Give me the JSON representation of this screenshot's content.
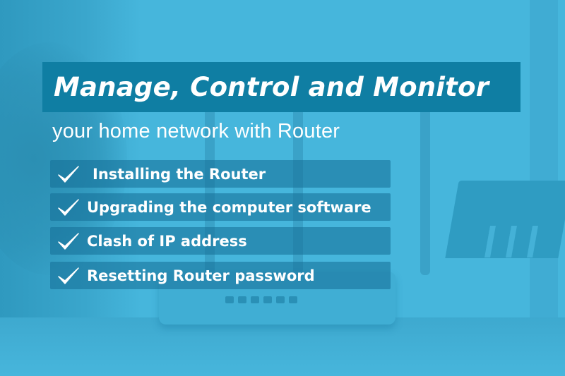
{
  "banner": {
    "title": "Manage, Control and Monitor",
    "subtitle": "your home network with Router",
    "items": [
      {
        "label": "Installing the Router",
        "icon": "checkmark-icon"
      },
      {
        "label": "Upgrading the computer software",
        "icon": "checkmark-icon"
      },
      {
        "label": "Clash of IP address",
        "icon": "checkmark-icon"
      },
      {
        "label": "Resetting Router password",
        "icon": "checkmark-icon"
      }
    ]
  },
  "colors": {
    "background": "#46b6dc",
    "title_box": "#0f7ea3",
    "item_box": "rgba(20,110,150,0.55)",
    "text": "#ffffff"
  }
}
